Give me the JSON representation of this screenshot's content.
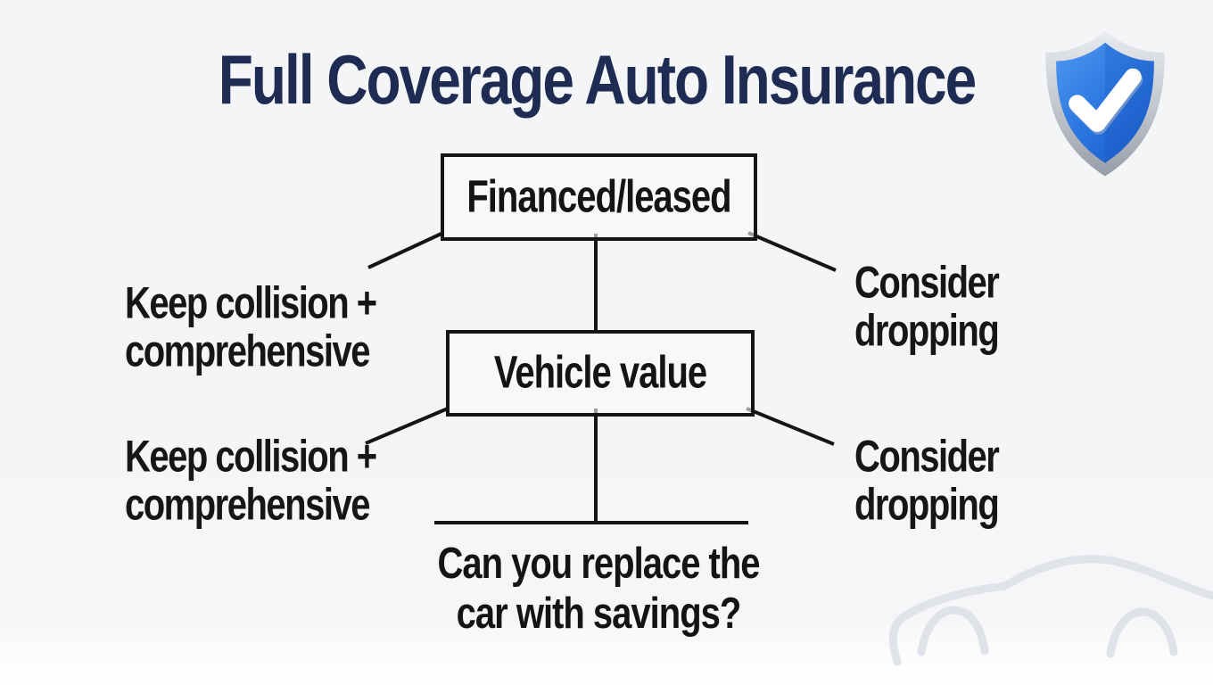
{
  "header": {
    "title": "Full Coverage Auto Insurance"
  },
  "colors": {
    "title_navy": "#1e2b52",
    "text_black": "#141414",
    "line_black": "#151515",
    "shield_blue_light": "#4f97f0",
    "shield_blue_dark": "#1b5ecb",
    "shield_silver": "#c3c8d0",
    "car_outline_gray": "#e0e3e9",
    "background": "#f5f5f7"
  },
  "icons": {
    "shield_check": "shield-with-checkmark",
    "car_outline": "car-silhouette-watermark"
  },
  "flowchart": {
    "box_financed": "Financed/leased",
    "box_vehicle_value": "Vehicle value",
    "branch_top": {
      "left_line1": "Keep collision +",
      "left_line2": "comprehensive",
      "right_line1": "Consider",
      "right_line2": "dropping"
    },
    "branch_bottom": {
      "left_line1": "Keep collision +",
      "left_line2": "comprehensive",
      "right_line1": "Consider",
      "right_line2": "dropping"
    },
    "question_line1": "Can you replace the",
    "question_line2": "car with savings?"
  }
}
